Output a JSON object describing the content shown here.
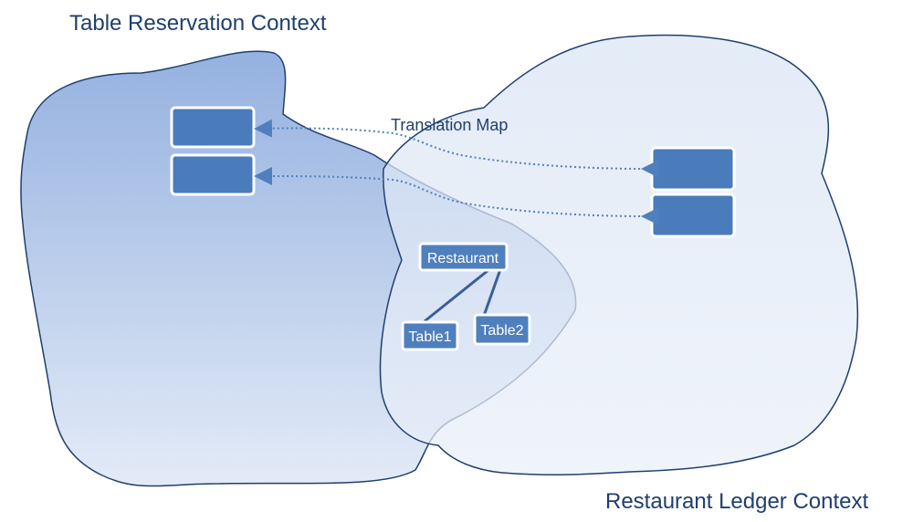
{
  "contexts": {
    "left": {
      "label": "Table Reservation Context"
    },
    "right": {
      "label": "Restaurant Ledger Context"
    }
  },
  "translation_map": {
    "label": "Translation Map"
  },
  "shared_model": {
    "root": {
      "label": "Restaurant"
    },
    "children": [
      {
        "label": "Table1"
      },
      {
        "label": "Table2"
      }
    ]
  },
  "colors": {
    "left_context_top": "#8fadde",
    "left_context_bottom": "#dfe8f6",
    "right_context": "#dfe8f5",
    "outline": "#1f3f6e",
    "box_fill": "#4f7fbd",
    "title_text": "#1f3f6e"
  }
}
